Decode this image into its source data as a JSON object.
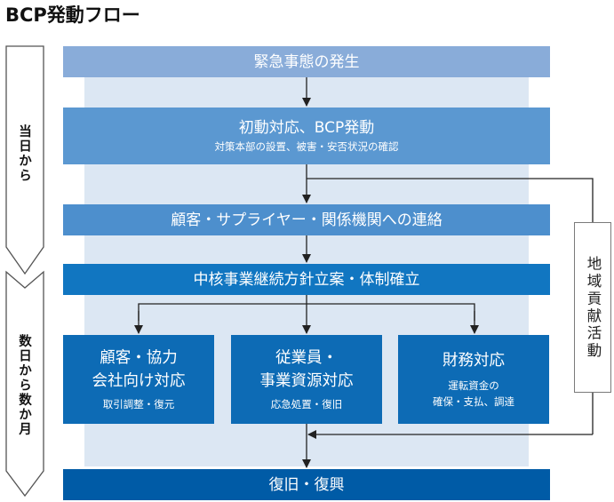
{
  "title": "BCP発動フロー",
  "phases": {
    "phase1": "当日から",
    "phase2": "数日から数か月"
  },
  "steps": {
    "emergency": {
      "label": "緊急事態の発生"
    },
    "initial": {
      "label": "初動対応、BCP発動",
      "sub": "対策本部の設置、被害・安否状況の確認"
    },
    "contact": {
      "label": "顧客・サプライヤー・関係機関への連絡"
    },
    "policy": {
      "label": "中核事業継続方針立案・体制確立"
    },
    "customers": {
      "label_line1": "顧客・協力",
      "label_line2": "会社向け対応",
      "sub": "取引調整・復元"
    },
    "employees": {
      "label_line1": "従業員・",
      "label_line2": "事業資源対応",
      "sub": "応急処置・復旧"
    },
    "finance": {
      "label": "財務対応",
      "sub_line1": "運転資金の",
      "sub_line2": "確保・支払、調達"
    },
    "recovery": {
      "label": "復旧・復興"
    }
  },
  "community": {
    "label": "地域貢献活動"
  },
  "colors": {
    "step1": "#89acd9",
    "step2": "#5b98d1",
    "step3": "#4d8fcd",
    "step4": "#1176c1",
    "step5": "#0d6bb5",
    "step6": "#005ba6",
    "panel": "#dce7f3"
  }
}
